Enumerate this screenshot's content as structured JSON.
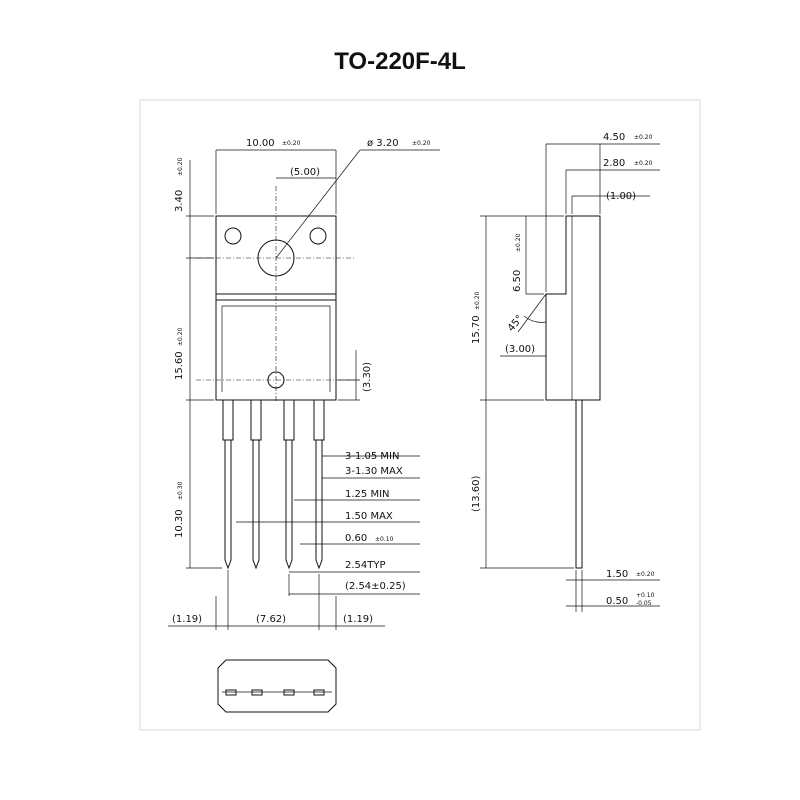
{
  "title": "TO-220F-4L",
  "front_view": {
    "width": "10.00",
    "width_tol": "±0.20",
    "hole_dia": "ø 3.20",
    "hole_dia_tol": "±0.20",
    "hole_offset": "(5.00)",
    "tab_height": "3.40",
    "tab_height_tol": "±0.20",
    "body_height": "15.60",
    "body_height_tol": "±0.20",
    "mark_offset": "(3.30)",
    "lead_length": "10.30",
    "lead_length_tol": "±0.30",
    "lead_min": "3-1.05 MIN",
    "lead_max": "3-1.30 MAX",
    "width_min": "1.25 MIN",
    "width_max": "1.50 MAX",
    "thickness": "0.60",
    "thickness_tol": "±0.10",
    "pitch": "2.54TYP",
    "pitch_tol": "(2.54±0.25)",
    "left_margin": "(1.19)",
    "span": "(7.62)",
    "right_margin": "(1.19)"
  },
  "side_view": {
    "thickness": "4.50",
    "thickness_tol": "±0.20",
    "tab_thick": "2.80",
    "tab_thick_tol": "±0.20",
    "step": "(1.00)",
    "upper_height": "6.50",
    "upper_height_tol": "±0.20",
    "total_height": "15.70",
    "total_height_tol": "±0.20",
    "angle": "45°",
    "step_bottom": "(3.00)",
    "lead_len": "(13.60)",
    "lead_width": "1.50",
    "lead_width_tol": "±0.20",
    "lead_thick": "0.50",
    "lead_thick_tol_plus": "+0.10",
    "lead_thick_tol_minus": "-0.05"
  }
}
